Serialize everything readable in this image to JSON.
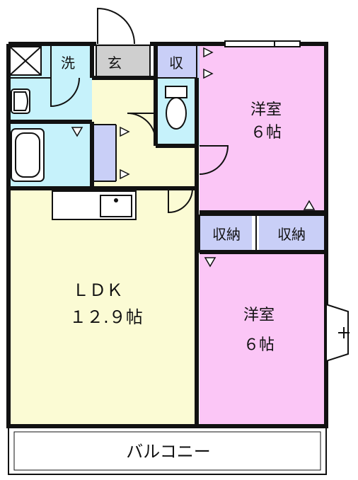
{
  "plan": {
    "rooms": {
      "ldk_name": "ＬＤＫ",
      "ldk_size": "１２.９帖",
      "bedroom1_name": "洋室",
      "bedroom1_size": "６帖",
      "bedroom2_name": "洋室",
      "bedroom2_size": "６帖",
      "balcony": "バルコニー"
    },
    "labels": {
      "laundry": "洗",
      "entrance": "玄",
      "storage": "収",
      "closet1": "収納",
      "closet2": "収納"
    },
    "colors": {
      "ldk": "#fbfbd4",
      "bedroom": "#fbc6f6",
      "wet": "#c6f2fb",
      "storage": "#c9cff7",
      "entrance": "#cfcfcf",
      "wall": "#111111"
    }
  }
}
